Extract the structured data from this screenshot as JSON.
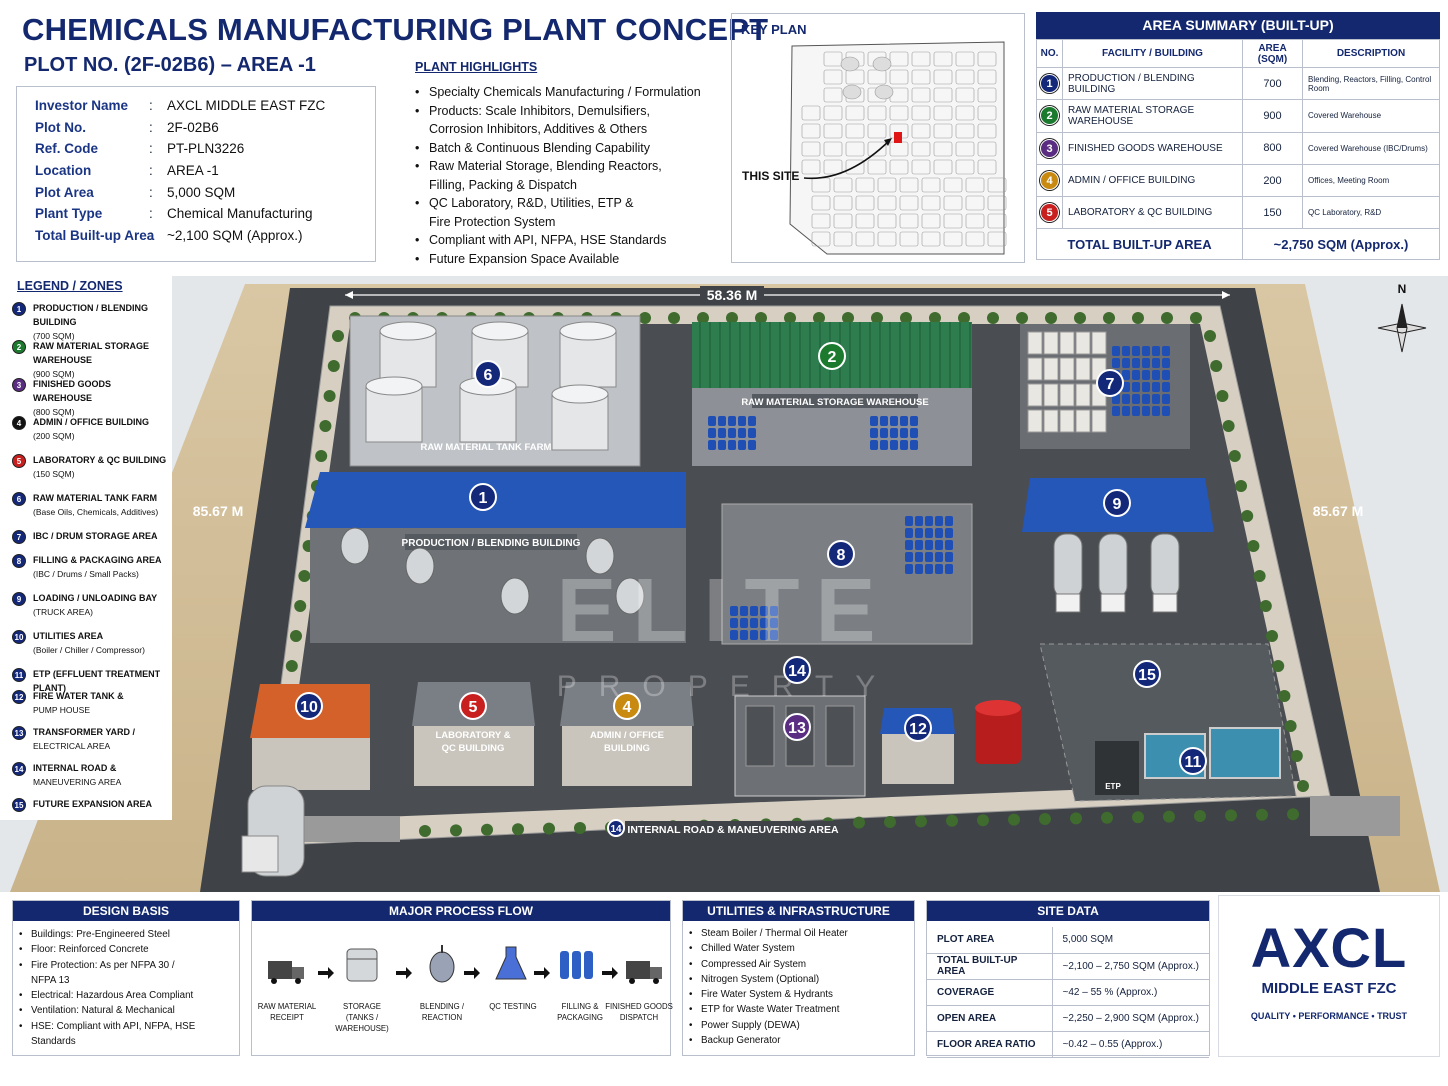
{
  "header": {
    "title": "CHEMICALS MANUFACTURING PLANT CONCEPT",
    "subtitle": "PLOT NO. (2F-02B6) – AREA -1"
  },
  "info": [
    {
      "k": "Investor Name",
      "v": "AXCL MIDDLE EAST FZC"
    },
    {
      "k": "Plot No.",
      "v": "2F-02B6"
    },
    {
      "k": "Ref. Code",
      "v": "PT-PLN3226"
    },
    {
      "k": "Location",
      "v": "AREA -1"
    },
    {
      "k": "Plot Area",
      "v": "5,000 SQM"
    },
    {
      "k": "Plant Type",
      "v": "Chemical Manufacturing"
    },
    {
      "k": "Total Built-up Area",
      "v": "~2,100 SQM (Approx.)"
    }
  ],
  "highlights": {
    "title": "PLANT HIGHLIGHTS",
    "items": [
      {
        "a": "Specialty Chemicals Manufacturing / Formulation",
        "b": ""
      },
      {
        "a": "Products: Scale Inhibitors, Demulsifiers,",
        "b": "Corrosion Inhibitors, Additives & Others"
      },
      {
        "a": "Batch & Continuous Blending Capability",
        "b": ""
      },
      {
        "a": "Raw Material Storage, Blending Reactors,",
        "b": "Filling, Packing & Dispatch"
      },
      {
        "a": "QC Laboratory, R&D, Utilities, ETP &",
        "b": "Fire Protection System"
      },
      {
        "a": "Compliant with API, NFPA, HSE Standards",
        "b": ""
      },
      {
        "a": "Future Expansion Space Available",
        "b": ""
      }
    ]
  },
  "keyplan": {
    "title": "KEY PLAN",
    "site_label": "THIS SITE"
  },
  "area_summary": {
    "title": "AREA SUMMARY  (BUILT-UP)",
    "headers": [
      "NO.",
      "FACILITY / BUILDING",
      "AREA (SQM)",
      "DESCRIPTION"
    ],
    "rows": [
      {
        "no": "1",
        "color": "#14287a",
        "name": "PRODUCTION / BLENDING BUILDING",
        "area": "700",
        "desc": "Blending, Reactors, Filling, Control Room"
      },
      {
        "no": "2",
        "color": "#1c7a2e",
        "name": "RAW MATERIAL STORAGE WAREHOUSE",
        "area": "900",
        "desc": "Covered Warehouse"
      },
      {
        "no": "3",
        "color": "#5a2d82",
        "name": "FINISHED GOODS WAREHOUSE",
        "area": "800",
        "desc": "Covered Warehouse (IBC/Drums)"
      },
      {
        "no": "4",
        "color": "#c98a12",
        "name": "ADMIN / OFFICE BUILDING",
        "area": "200",
        "desc": "Offices, Meeting Room"
      },
      {
        "no": "5",
        "color": "#c8201f",
        "name": "LABORATORY & QC BUILDING",
        "area": "150",
        "desc": "QC Laboratory, R&D"
      }
    ],
    "total_label": "TOTAL BUILT-UP AREA",
    "total_value": "~2,750 SQM (Approx.)"
  },
  "legend": {
    "title": "LEGEND / ZONES",
    "items": [
      {
        "no": "1",
        "color": "#14287a",
        "t": "PRODUCTION / BLENDING BUILDING",
        "s": "(700 SQM)"
      },
      {
        "no": "2",
        "color": "#1c7a2e",
        "t": "RAW MATERIAL STORAGE WAREHOUSE",
        "s": "(900 SQM)"
      },
      {
        "no": "3",
        "color": "#5a2d82",
        "t": "FINISHED GOODS WAREHOUSE",
        "s": "(800 SQM)"
      },
      {
        "no": "4",
        "color": "#111111",
        "t": "ADMIN / OFFICE BUILDING",
        "s": "(200 SQM)"
      },
      {
        "no": "5",
        "color": "#c8201f",
        "t": "LABORATORY & QC BUILDING",
        "s": "(150 SQM)"
      },
      {
        "no": "6",
        "color": "#14287a",
        "t": "RAW MATERIAL TANK FARM",
        "s": "(Base Oils, Chemicals, Additives)"
      },
      {
        "no": "7",
        "color": "#14287a",
        "t": "IBC / DRUM STORAGE AREA",
        "s": ""
      },
      {
        "no": "8",
        "color": "#14287a",
        "t": "FILLING & PACKAGING AREA",
        "s": "(IBC / Drums / Small Packs)"
      },
      {
        "no": "9",
        "color": "#14287a",
        "t": "LOADING / UNLOADING BAY",
        "s": "(TRUCK AREA)"
      },
      {
        "no": "10",
        "color": "#14287a",
        "t": "UTILITIES AREA",
        "s": "(Boiler / Chiller / Compressor)"
      },
      {
        "no": "11",
        "color": "#14287a",
        "t": "ETP (EFFLUENT TREATMENT PLANT)",
        "s": ""
      },
      {
        "no": "12",
        "color": "#14287a",
        "t": "FIRE WATER TANK &",
        "s": "PUMP HOUSE"
      },
      {
        "no": "13",
        "color": "#14287a",
        "t": "TRANSFORMER YARD /",
        "s": "ELECTRICAL AREA"
      },
      {
        "no": "14",
        "color": "#14287a",
        "t": "INTERNAL ROAD &",
        "s": "MANEUVERING AREA"
      },
      {
        "no": "15",
        "color": "#14287a",
        "t": "FUTURE EXPANSION AREA",
        "s": ""
      }
    ]
  },
  "site": {
    "dim_top": "58.36 M",
    "dim_left": "85.67 M",
    "dim_right": "85.67 M",
    "north": "N",
    "labels": {
      "tankfarm": "RAW MATERIAL TANK FARM",
      "warehouse": "RAW MATERIAL STORAGE WAREHOUSE",
      "production": "PRODUCTION / BLENDING BUILDING",
      "lab1": "LABORATORY &",
      "lab2": "QC BUILDING",
      "admin1": "ADMIN / OFFICE",
      "admin2": "BUILDING",
      "road": "INTERNAL ROAD & MANEUVERING AREA",
      "etp": "ETP"
    },
    "watermark1": "ELITE",
    "watermark2": "PROPERTY",
    "markers": {
      "m1": "1",
      "m2": "2",
      "m4": "4",
      "m5": "5",
      "m6": "6",
      "m7": "7",
      "m8": "8",
      "m9": "9",
      "m10": "10",
      "m11": "11",
      "m12": "12",
      "m13": "13",
      "m14a": "14",
      "m14b": "14",
      "m15": "15"
    }
  },
  "design_basis": {
    "title": "DESIGN BASIS",
    "items": [
      {
        "a": "Buildings: Pre-Engineered Steel",
        "b": ""
      },
      {
        "a": "Floor: Reinforced Concrete",
        "b": ""
      },
      {
        "a": "Fire Protection: As per NFPA 30 /",
        "b": "NFPA 13"
      },
      {
        "a": "Electrical: Hazardous Area Compliant",
        "b": ""
      },
      {
        "a": "Ventilation: Natural & Mechanical",
        "b": ""
      },
      {
        "a": "HSE: Compliant with API, NFPA, HSE Standards",
        "b": ""
      }
    ]
  },
  "process_flow": {
    "title": "MAJOR PROCESS FLOW",
    "steps": [
      {
        "a": "RAW MATERIAL",
        "b": "RECEIPT"
      },
      {
        "a": "STORAGE",
        "b": "(TANKS / WAREHOUSE)"
      },
      {
        "a": "BLENDING /",
        "b": "REACTION"
      },
      {
        "a": "QC TESTING",
        "b": ""
      },
      {
        "a": "FILLING &",
        "b": "PACKAGING"
      },
      {
        "a": "FINISHED GOODS",
        "b": "DISPATCH"
      }
    ]
  },
  "utilities": {
    "title": "UTILITIES & INFRASTRUCTURE",
    "items": [
      "Steam Boiler / Thermal Oil Heater",
      "Chilled Water System",
      "Compressed Air System",
      "Nitrogen System (Optional)",
      "Fire Water System & Hydrants",
      "ETP for Waste Water Treatment",
      "Power Supply (DEWA)",
      "Backup Generator"
    ]
  },
  "site_data": {
    "title": "SITE DATA",
    "rows": [
      {
        "k": "PLOT AREA",
        "v": "5,000 SQM"
      },
      {
        "k": "TOTAL BUILT-UP AREA",
        "v": "~2,100 – 2,750 SQM (Approx.)"
      },
      {
        "k": "COVERAGE",
        "v": "~42 – 55 % (Approx.)"
      },
      {
        "k": "OPEN AREA",
        "v": "~2,250 – 2,900 SQM (Approx.)"
      },
      {
        "k": "FLOOR AREA RATIO",
        "v": "~0.42 – 0.55 (Approx.)"
      }
    ]
  },
  "logo": {
    "name": "AXCL",
    "sub": "MIDDLE EAST FZC",
    "tag": "QUALITY  •  PERFORMANCE  •  TRUST"
  },
  "colors": {
    "navy": "#13286e",
    "green_roof": "#2e7d4f",
    "blue_roof": "#2457b8",
    "orange_roof": "#d4602a",
    "grey_roof": "#7a7e85"
  }
}
